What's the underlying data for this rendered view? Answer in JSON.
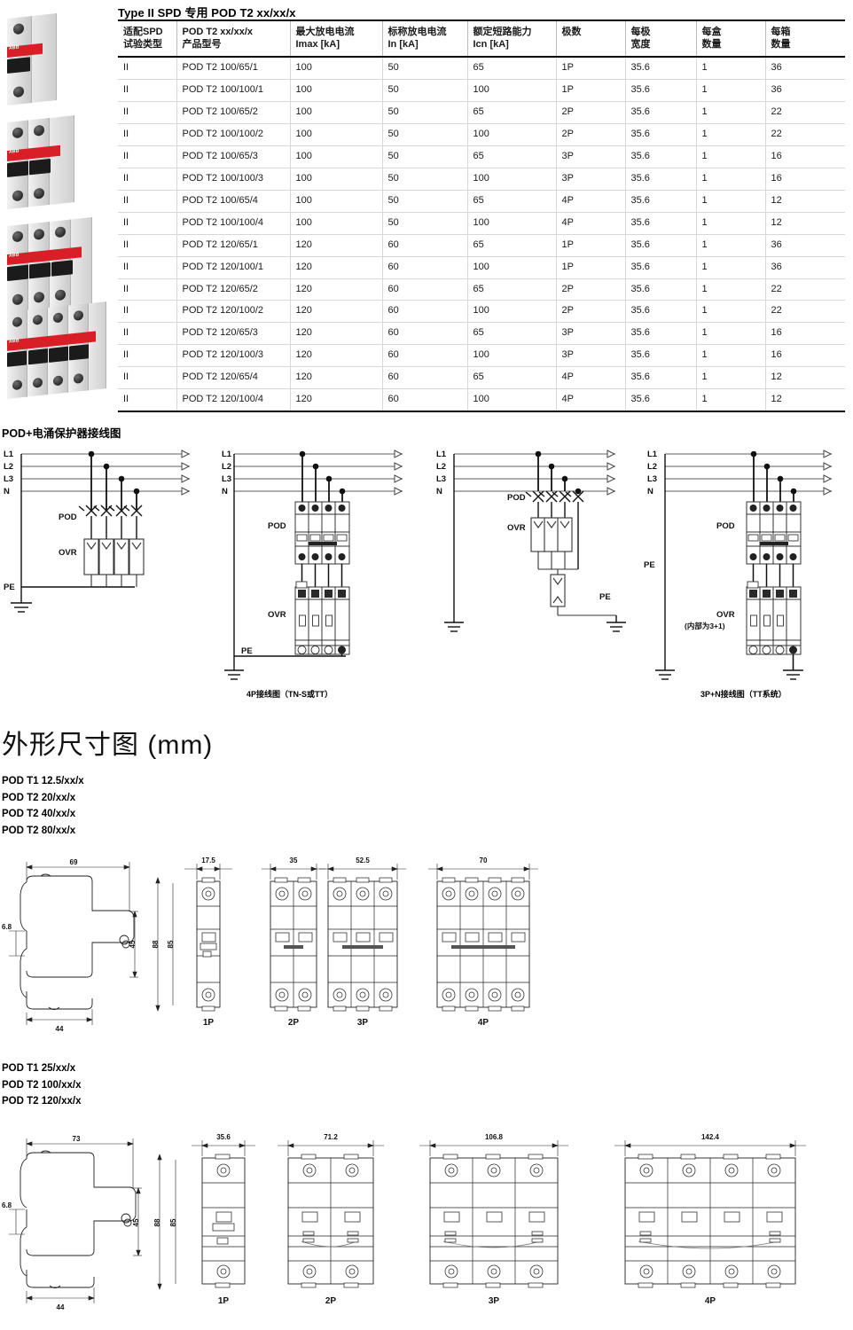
{
  "table": {
    "title": "Type II SPD 专用 POD T2 xx/xx/x",
    "headers": [
      "适配SPD\n试验类型",
      "POD T2 xx/xx/x\n产品型号",
      "最大放电电流\nImax  [kA]",
      "标称放电电流\nIn  [kA]",
      "额定短路能力\nIcn [kA]",
      "极数",
      "每极\n宽度",
      "每盒\n数量",
      "每箱\n数量"
    ],
    "rows": [
      [
        "II",
        "POD T2 100/65/1",
        "100",
        "50",
        "65",
        "1P",
        "35.6",
        "1",
        "36"
      ],
      [
        "II",
        "POD T2 100/100/1",
        "100",
        "50",
        "100",
        "1P",
        "35.6",
        "1",
        "36"
      ],
      [
        "II",
        "POD T2 100/65/2",
        "100",
        "50",
        "65",
        "2P",
        "35.6",
        "1",
        "22"
      ],
      [
        "II",
        "POD T2 100/100/2",
        "100",
        "50",
        "100",
        "2P",
        "35.6",
        "1",
        "22"
      ],
      [
        "II",
        "POD T2 100/65/3",
        "100",
        "50",
        "65",
        "3P",
        "35.6",
        "1",
        "16"
      ],
      [
        "II",
        "POD T2 100/100/3",
        "100",
        "50",
        "100",
        "3P",
        "35.6",
        "1",
        "16"
      ],
      [
        "II",
        "POD T2 100/65/4",
        "100",
        "50",
        "65",
        "4P",
        "35.6",
        "1",
        "12"
      ],
      [
        "II",
        "POD T2 100/100/4",
        "100",
        "50",
        "100",
        "4P",
        "35.6",
        "1",
        "12"
      ],
      [
        "II",
        "POD T2 120/65/1",
        "120",
        "60",
        "65",
        "1P",
        "35.6",
        "1",
        "36"
      ],
      [
        "II",
        "POD T2 120/100/1",
        "120",
        "60",
        "100",
        "1P",
        "35.6",
        "1",
        "36"
      ],
      [
        "II",
        "POD T2 120/65/2",
        "120",
        "60",
        "65",
        "2P",
        "35.6",
        "1",
        "22"
      ],
      [
        "II",
        "POD T2 120/100/2",
        "120",
        "60",
        "100",
        "2P",
        "35.6",
        "1",
        "22"
      ],
      [
        "II",
        "POD T2 120/65/3",
        "120",
        "60",
        "65",
        "3P",
        "35.6",
        "1",
        "16"
      ],
      [
        "II",
        "POD T2 120/100/3",
        "120",
        "60",
        "100",
        "3P",
        "35.6",
        "1",
        "16"
      ],
      [
        "II",
        "POD T2 120/65/4",
        "120",
        "60",
        "65",
        "4P",
        "35.6",
        "1",
        "12"
      ],
      [
        "II",
        "POD T2 120/100/4",
        "120",
        "60",
        "100",
        "4P",
        "35.6",
        "1",
        "12"
      ]
    ]
  },
  "product_photos": [
    {
      "name": "ABB miniature circuit breaker 1 pole",
      "poles": 1
    },
    {
      "name": "ABB miniature circuit breaker 2 pole",
      "poles": 2
    },
    {
      "name": "ABB miniature circuit breaker 3 pole",
      "poles": 3
    },
    {
      "name": "ABB miniature circuit breaker 4 pole",
      "poles": 4
    }
  ],
  "wiring": {
    "section_title": "POD+电涌保护器接线图",
    "line_labels": [
      "L1",
      "L2",
      "L3",
      "N"
    ],
    "pe_label": "PE",
    "pod_label": "POD",
    "ovr_label": "OVR",
    "ovr_label_d4_note": "(内部为3+1)",
    "captions": {
      "d1": "",
      "d2": "4P接线图（TN-S或TT）",
      "d3": "",
      "d4": "3P+N接线图（TT系统）"
    }
  },
  "dimensions": {
    "heading": "外形尺寸图 (mm)",
    "group1": {
      "models": [
        "POD T1 12.5/xx/x",
        "POD T2 20/xx/x",
        "POD T2 40/xx/x",
        "POD T2 80/xx/x"
      ],
      "side_view": {
        "depth_top": "69",
        "depth_bottom": "44",
        "rail_offset": "6.8",
        "rail_height": "45",
        "total_height": "88",
        "front_height": "85"
      },
      "front_views": [
        {
          "pole": "1P",
          "width": "17.5"
        },
        {
          "pole": "2P",
          "width": "35"
        },
        {
          "pole": "3P",
          "width": "52.5"
        },
        {
          "pole": "4P",
          "width": "70"
        }
      ]
    },
    "group2": {
      "models": [
        "POD T1 25/xx/x",
        "POD T2 100/xx/x",
        "POD T2 120/xx/x"
      ],
      "side_view": {
        "depth_top": "73",
        "depth_bottom": "44",
        "rail_offset": "6.8",
        "rail_height": "45",
        "total_height": "88",
        "front_height": "85"
      },
      "front_views": [
        {
          "pole": "1P",
          "width": "35.6"
        },
        {
          "pole": "2P",
          "width": "71.2"
        },
        {
          "pole": "3P",
          "width": "106.8"
        },
        {
          "pole": "4P",
          "width": "142.4"
        }
      ]
    }
  },
  "colors": {
    "brand_red": "#d81f28",
    "line_gray": "#9a9a9a",
    "rule_black": "#000000",
    "text": "#1a1a1a"
  }
}
